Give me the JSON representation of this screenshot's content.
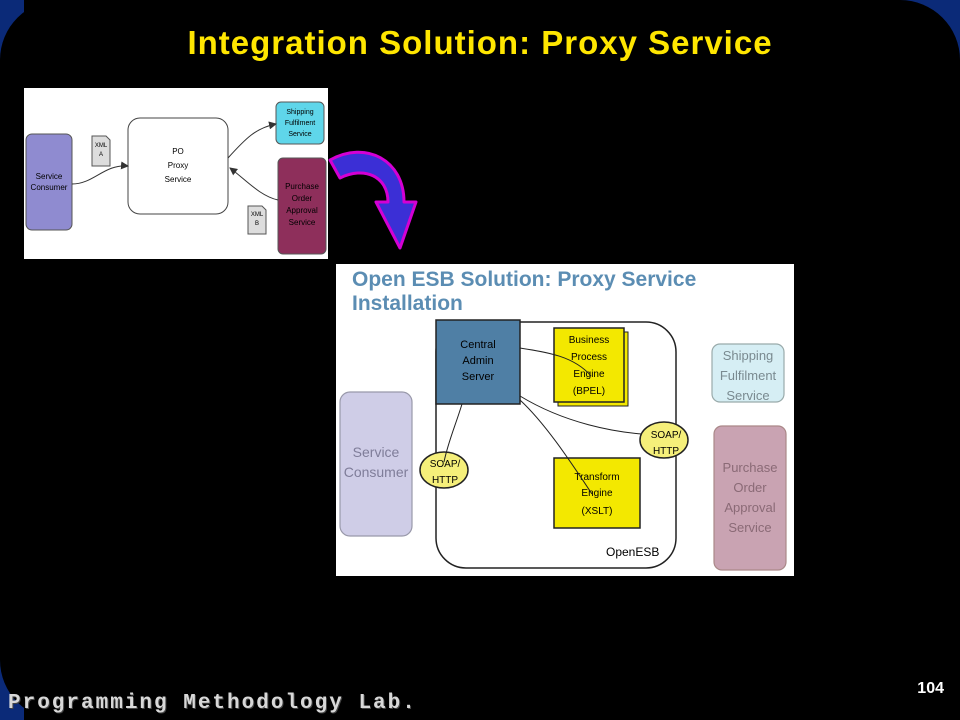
{
  "slide": {
    "title": "Integration Solution: Proxy Service",
    "page_number": "104",
    "footer": "Programming Methodology Lab."
  },
  "figure1": {
    "consumer": [
      "Service",
      "Consumer"
    ],
    "xml_a": [
      "XML",
      "A"
    ],
    "proxy": [
      "PO",
      "Proxy",
      "Service"
    ],
    "shipping": [
      "Shipping",
      "Fulfilment",
      "Service"
    ],
    "purchase": [
      "Purchase",
      "Order",
      "Approval",
      "Service"
    ],
    "xml_b": [
      "XML",
      "B"
    ]
  },
  "figure2": {
    "heading_line1": "Open ESB Solution: Proxy Service",
    "heading_line2": "Installation",
    "admin": [
      "Central",
      "Admin",
      "Server"
    ],
    "bpel": [
      "Business",
      "Process",
      "Engine",
      "(BPEL)"
    ],
    "soap_right": [
      "SOAP/",
      "HTTP"
    ],
    "soap_left": [
      "SOAP/",
      "HTTP"
    ],
    "transform": [
      "Transform",
      "Engine",
      "(XSLT)"
    ],
    "openesb_label": "OpenESB",
    "consumer": [
      "Service",
      "Consumer"
    ],
    "shipping": [
      "Shipping",
      "Fulfilment",
      "Service"
    ],
    "purchase": [
      "Purchase",
      "Order",
      "Approval",
      "Service"
    ]
  },
  "colors": {
    "title": "#ffe600",
    "border_blue": "#0b2a78",
    "arrow_fill": "#3b2fd6",
    "arrow_outline": "#d400d4"
  },
  "icons": {
    "transition": "curved-arrow-icon"
  }
}
